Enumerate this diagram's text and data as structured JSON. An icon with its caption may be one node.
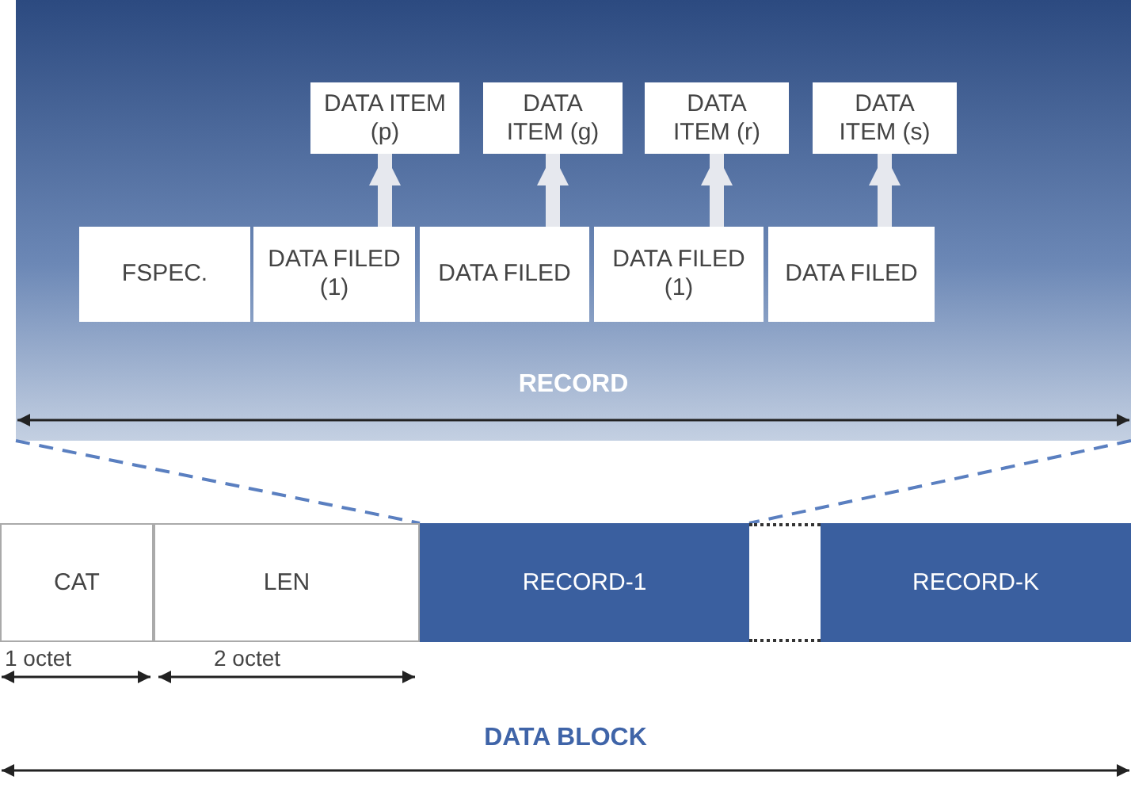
{
  "diagram": {
    "nodes": [
      {
        "text": [
          "RECORD"
        ]
      },
      {
        "text": [
          "DATA ITEM (p)"
        ],
        "in": 0
      },
      {
        "text": [
          "DATA ITEM (g)"
        ],
        "in": 0
      },
      {
        "text": [
          "DATA ITEM (r)"
        ],
        "in": 0
      },
      {
        "text": [
          "DATA ITEM (s)"
        ],
        "in": 0
      },
      {
        "text": [
          "FSPEC."
        ],
        "in": 0
      },
      {
        "text": [
          "DATA FILED (1)"
        ],
        "in": 0
      },
      {
        "text": [
          "DATA FILED"
        ],
        "in": 0
      },
      {
        "text": [
          "DATA FILED (1)"
        ],
        "in": 0
      },
      {
        "text": [
          "DATA FILED"
        ],
        "in": 0
      },
      {
        "text": [
          "CAT"
        ]
      },
      {
        "text": [
          "LEN"
        ]
      },
      {
        "text": [
          "RECORD-1"
        ]
      },
      {
        "text": [],
        "shape": "box"
      },
      {
        "text": [
          "RECORD-K"
        ]
      }
    ],
    "edges": [
      {
        "from": 6,
        "to": 1,
        "arrow": "to"
      },
      {
        "from": 7,
        "to": 2,
        "arrow": "to"
      },
      {
        "from": 8,
        "to": 3,
        "arrow": "to"
      },
      {
        "from": 9,
        "to": 4,
        "arrow": "to"
      },
      {
        "from": 0,
        "to": 12,
        "arrow": "none",
        "style": "dashed",
        "color": "#5a7fc0"
      },
      {
        "from": 0,
        "to": 12,
        "arrow": "none",
        "style": "dashed",
        "color": "#5a7fc0"
      }
    ],
    "labels": [
      "1 octet",
      "2 octet",
      "DATA BLOCK"
    ]
  }
}
